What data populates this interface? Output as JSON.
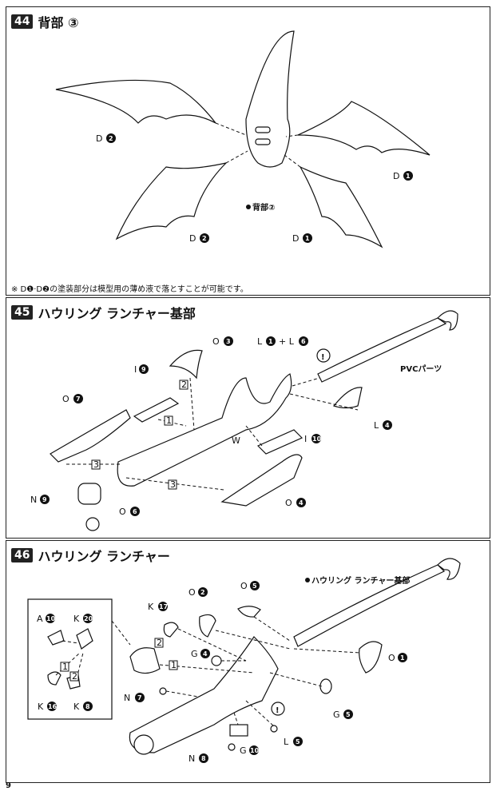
{
  "step44": {
    "number": "44",
    "title": "背部 ③",
    "labels": {
      "d2_top": "D",
      "d1_right": "D",
      "d2_bottom": "D",
      "d1_bottom": "D",
      "back_ref": "背部②"
    },
    "note": "※ D❶·D❷の塗装部分は模型用の薄め液で落とすことが可能です。"
  },
  "step45": {
    "number": "45",
    "title": "ハウリング ランチャー基部",
    "labels": {
      "o3": "O",
      "l1_l6": "L",
      "l1_l6_plus": "+ L",
      "i9": "I",
      "pvc": "PVCパーツ",
      "o7": "O",
      "l4": "L",
      "w": "W",
      "i10": "I",
      "n9": "N",
      "o4": "O",
      "o6": "O",
      "box1": "1",
      "box2": "2",
      "box3a": "3",
      "box3b": "3"
    }
  },
  "step46": {
    "number": "46",
    "title": "ハウリング ランチャー",
    "labels": {
      "base_ref": "ハウリング ランチャー基部",
      "o2": "O",
      "o5": "O",
      "k17": "K",
      "a10": "A",
      "k20": "K",
      "g4": "G",
      "o1": "O",
      "n7": "N",
      "k16": "K",
      "k8": "K",
      "g5": "G",
      "l5": "L",
      "n8": "N",
      "g10": "G",
      "box1a": "1",
      "box2a": "2",
      "box1b": "1",
      "box2b": "2"
    }
  },
  "page": {
    "number": "9"
  }
}
